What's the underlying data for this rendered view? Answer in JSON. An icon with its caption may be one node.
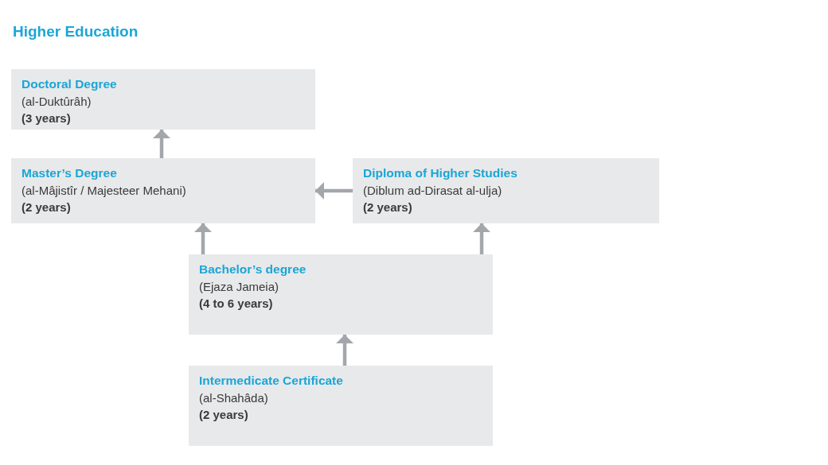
{
  "diagram": {
    "title": "Higher Education",
    "nodes": [
      {
        "text": [
          "Doctoral Degree",
          "(al-Duktûrâh)",
          "(3 years)"
        ]
      },
      {
        "text": [
          "Master’s Degree",
          "(al-Mâjistîr / Majesteer Mehani)",
          "(2 years)"
        ]
      },
      {
        "text": [
          "Diploma of Higher Studies",
          "(Diblum ad-Dirasat al-ulja)",
          "(2 years)"
        ]
      },
      {
        "text": [
          "Bachelor’s degree",
          "(Ejaza Jameia)",
          "(4 to 6 years)"
        ]
      },
      {
        "text": [
          "Intermedicate Certificate",
          "(al-Shahâda)",
          "(2 years)"
        ]
      }
    ],
    "edges": [
      {
        "from": 1,
        "to": 0,
        "arrow": "to"
      },
      {
        "from": 2,
        "to": 1,
        "arrow": "to"
      },
      {
        "from": 3,
        "to": 1,
        "arrow": "to"
      },
      {
        "from": 3,
        "to": 2,
        "arrow": "to"
      },
      {
        "from": 4,
        "to": 3,
        "arrow": "to"
      }
    ]
  }
}
